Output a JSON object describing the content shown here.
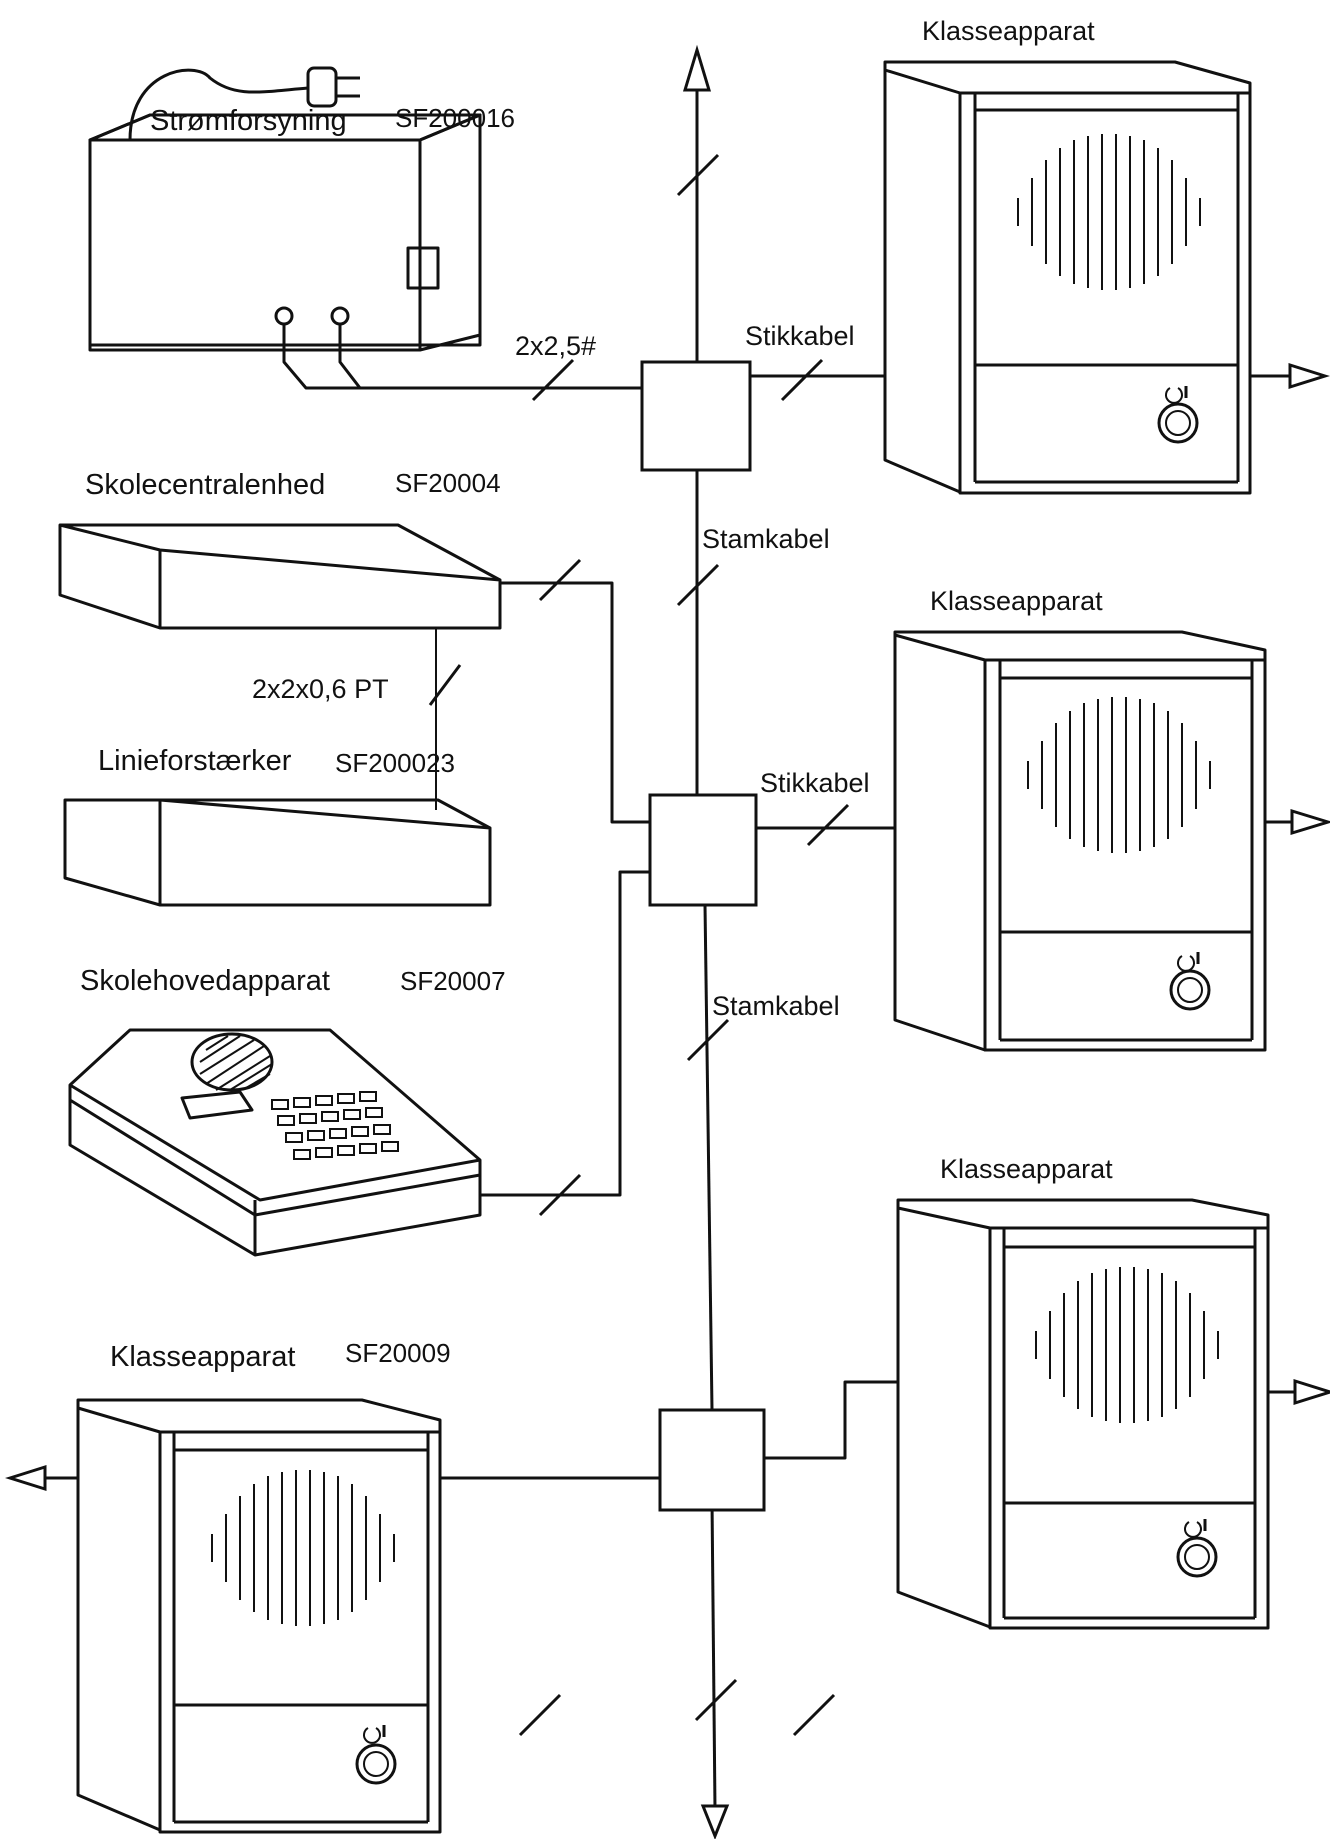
{
  "colors": {
    "line": "#111111",
    "background": "#ffffff"
  },
  "labels": {
    "power_supply_name": "Strømforsyning",
    "power_supply_code": "SF200016",
    "power_cable": "2x2,5#",
    "central_unit_name": "Skolecentralenhed",
    "central_unit_code": "SF20004",
    "link_cable": "2x2x0,6 PT",
    "line_amp_name": "Linieforstærker",
    "line_amp_code": "SF200023",
    "main_set_name": "Skolehovedapparat",
    "main_set_code": "SF20007",
    "class_unit_name": "Klasseapparat",
    "class_unit_code": "SF20009",
    "stub_cable": "Stikkabel",
    "trunk_cable": "Stamkabel"
  },
  "icons": [
    "plug-icon",
    "speaker-grille-icon",
    "call-button-icon",
    "arrow-icon",
    "junction-box-icon"
  ]
}
